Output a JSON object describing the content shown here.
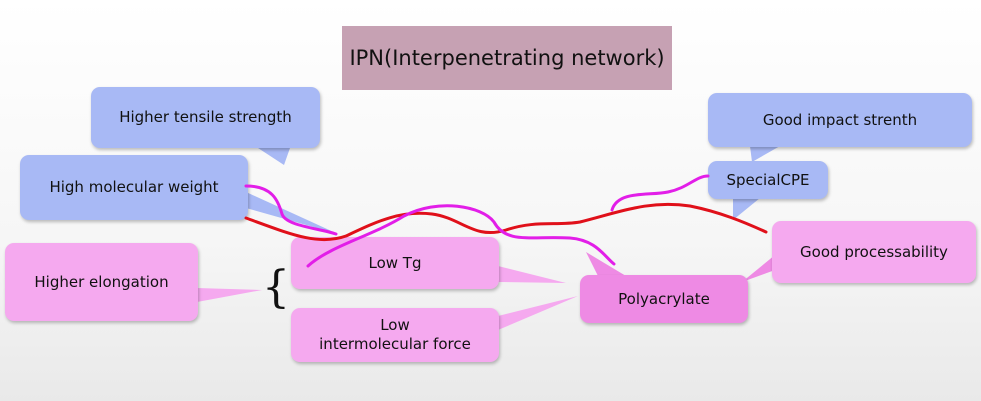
{
  "title": "IPN(Interpenetrating network)",
  "nodes": {
    "higher_tensile_strength": "Higher tensile strength",
    "high_molecular_weight": "High molecular weight",
    "higher_elongation": "Higher elongation",
    "low_tg": "Low Tg",
    "low_intermolecular_force": "Low\nintermolecular force",
    "polyacrylate": "Polyacrylate",
    "good_processability": "Good processability",
    "good_impact_strength": "Good impact strenth",
    "special_cpe": "SpecialCPE"
  },
  "brace": "{",
  "colors": {
    "blue_box": "#a8b9f5",
    "pink_box": "#f5a9ef",
    "polyacrylate_box": "#ee8ae4",
    "title_box": "#c6a1b3",
    "red_chain": "#e0101a",
    "magenta_chain": "#e21ee8"
  }
}
